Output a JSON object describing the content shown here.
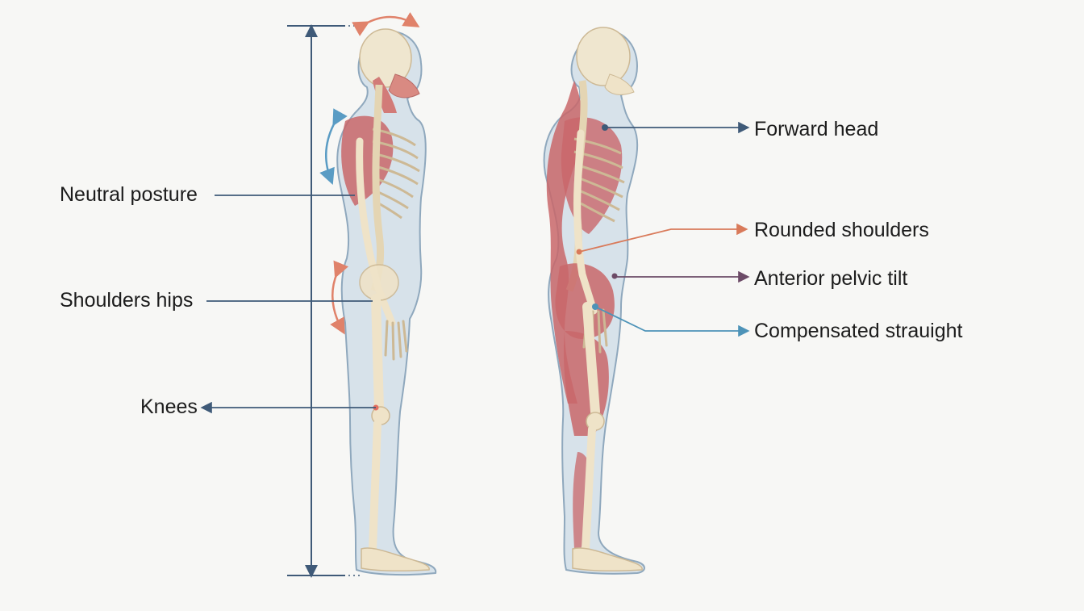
{
  "diagram": {
    "left_labels": {
      "neutral_posture": "Neutral posture",
      "shoulders_hips": "Shoulders hips",
      "knees": "Knees"
    },
    "right_labels": {
      "forward_head": "Forward head",
      "rounded_shoulders": "Rounded shoulders",
      "anterior_pelvic_tilt": "Anterior pelvic tilt",
      "compensated_straight": "Compensated strauight"
    },
    "colors": {
      "body_fill": "#d7e2ea",
      "body_outline": "#8fa8bd",
      "bone": "#efe3c8",
      "bone_outline": "#cdb995",
      "muscle": "#c9676a",
      "muscle_light": "#e1a3a0",
      "leader_dark": "#3f5a78",
      "leader_orange": "#d97a5a",
      "leader_purple": "#6b4a66",
      "leader_blue": "#4d93b8",
      "arc_orange": "#e0826a",
      "arc_blue": "#5a9cc4"
    }
  }
}
